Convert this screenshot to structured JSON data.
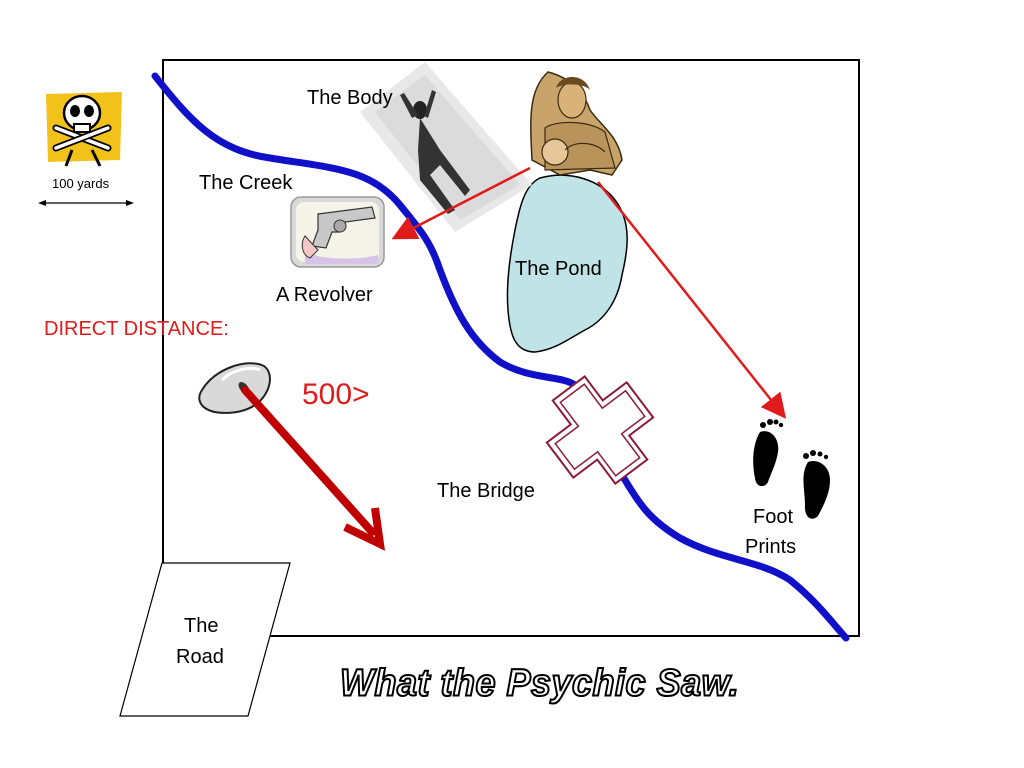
{
  "title": "What the Psychic Saw.",
  "scale": {
    "label": "100 yards"
  },
  "labels": {
    "body": "The Body",
    "creek": "The Creek",
    "revolver": "A Revolver",
    "pond": "The Pond",
    "bridge": "The Bridge",
    "footprints_line1": "Foot",
    "footprints_line2": "Prints",
    "road_line1": "The",
    "road_line2": "Road"
  },
  "distance": {
    "label": "DIRECT DISTANCE:",
    "value": "500>"
  },
  "colors": {
    "creek": "#1010c8",
    "arrow": "#e01b1b",
    "big_arrow": "#c00000",
    "pond": "#bfe3e6",
    "bridge": "#8b1a3a",
    "skull_bg": "#f2c21b"
  },
  "icons": {
    "skull": "skull-crossbones-icon",
    "body": "body-silhouette-icon",
    "psychic": "psychic-woman-icon",
    "revolver": "revolver-icon",
    "mouse": "computer-mouse-icon",
    "footprints": "footprints-icon"
  }
}
